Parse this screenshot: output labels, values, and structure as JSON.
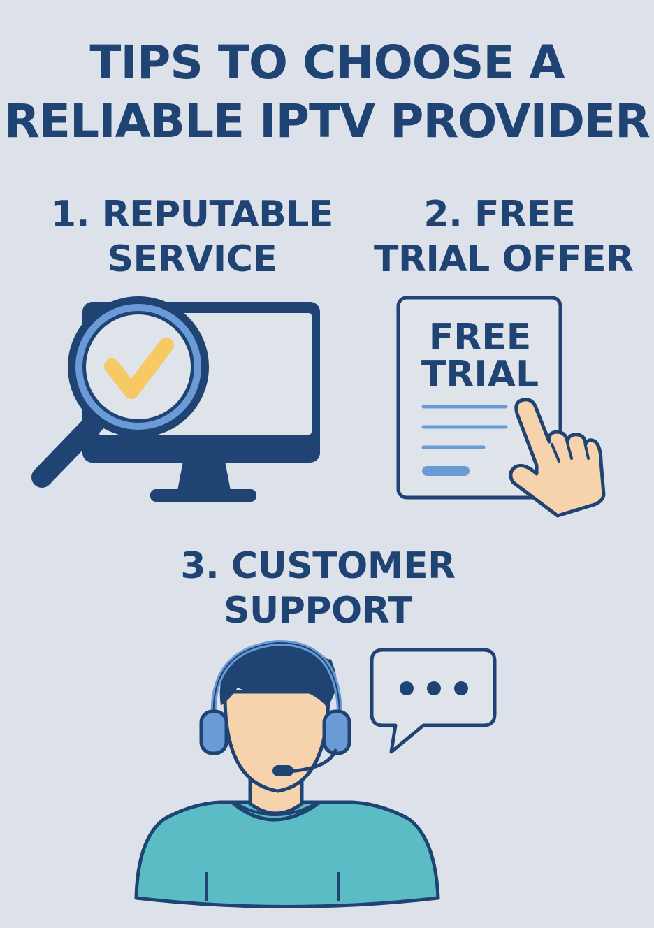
{
  "title": {
    "line1": "TIPS TO CHOOSE A",
    "line2": "RELIABLE IPTV PROVIDER"
  },
  "tips": [
    {
      "line1": "1. REPUTABLE",
      "line2": "SERVICE",
      "icon": "monitor-magnifier-check-icon"
    },
    {
      "line1": "2. FREE",
      "line2": "TRIAL OFFER",
      "icon": "free-trial-document-icon",
      "document_line1": "FREE",
      "document_line2": "TRIAL"
    },
    {
      "line1": "3. CUSTOMER",
      "line2": "SUPPORT",
      "icon": "support-agent-headset-icon"
    }
  ],
  "colors": {
    "background": "#dde2ea",
    "navy": "#1f4373",
    "accent_blue": "#6a9bd6",
    "check_yellow": "#f7c963",
    "skin": "#f6d2ad",
    "shirt_teal": "#5bbcc6"
  }
}
